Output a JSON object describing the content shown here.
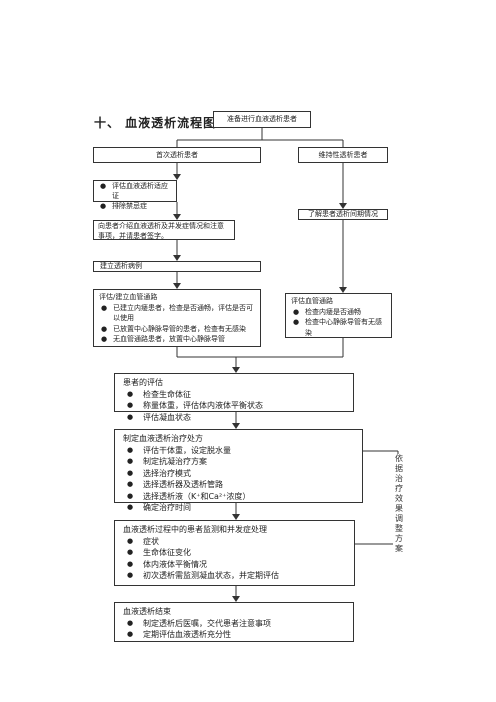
{
  "title": "十、 血液透析流程图",
  "nodes": {
    "start": "准备进行血液透析患者",
    "first": "首次透析患者",
    "maintenance": "维持性透析患者",
    "assess_items": [
      "评估血液透析适应证",
      "排除禁忌症"
    ],
    "inform": "向患者介绍血液透析及并发症情况和注意事项，并请患者签字。",
    "record": "建立透析病例",
    "access_title": "评估/建立血管通路",
    "access_items": [
      "已建立内瘘患者，检查是否通畅，评估是否可以使用",
      "已放置中心静脉导管的患者，检查有无感染",
      "无血管通路患者，放置中心静脉导管"
    ],
    "understand": "了解患者透析间期情况",
    "maint_access_title": "评估血管通路",
    "maint_access_items": [
      "检查内瘘是否通畅",
      "检查中心静脉导管有无感染"
    ],
    "patient_eval_title": "患者的评估",
    "patient_eval_items": [
      "检查生命体征",
      "称量体重，评估体内液体平衡状态",
      "评估凝血状态"
    ],
    "plan_title": "制定血液透析治疗处方",
    "plan_items": [
      "评估干体重，设定脱水量",
      "制定抗凝治疗方案",
      "选择治疗模式",
      "选择透析器及透析管路",
      "选择透析液（K⁺和Ca²⁺浓度）",
      "确定治疗时间"
    ],
    "monitor_title": "血液透析过程中的患者监测和并发症处理",
    "monitor_items": [
      "症状",
      "生命体征变化",
      "体内液体平衡情况",
      "初次透析需监测凝血状态，并定期评估"
    ],
    "end_title": "血液透析结束",
    "end_items": [
      "制定透析后医嘱，交代患者注意事项",
      "定期评估血液透析充分性"
    ],
    "side_note": "依据治疗效果调整方案"
  }
}
